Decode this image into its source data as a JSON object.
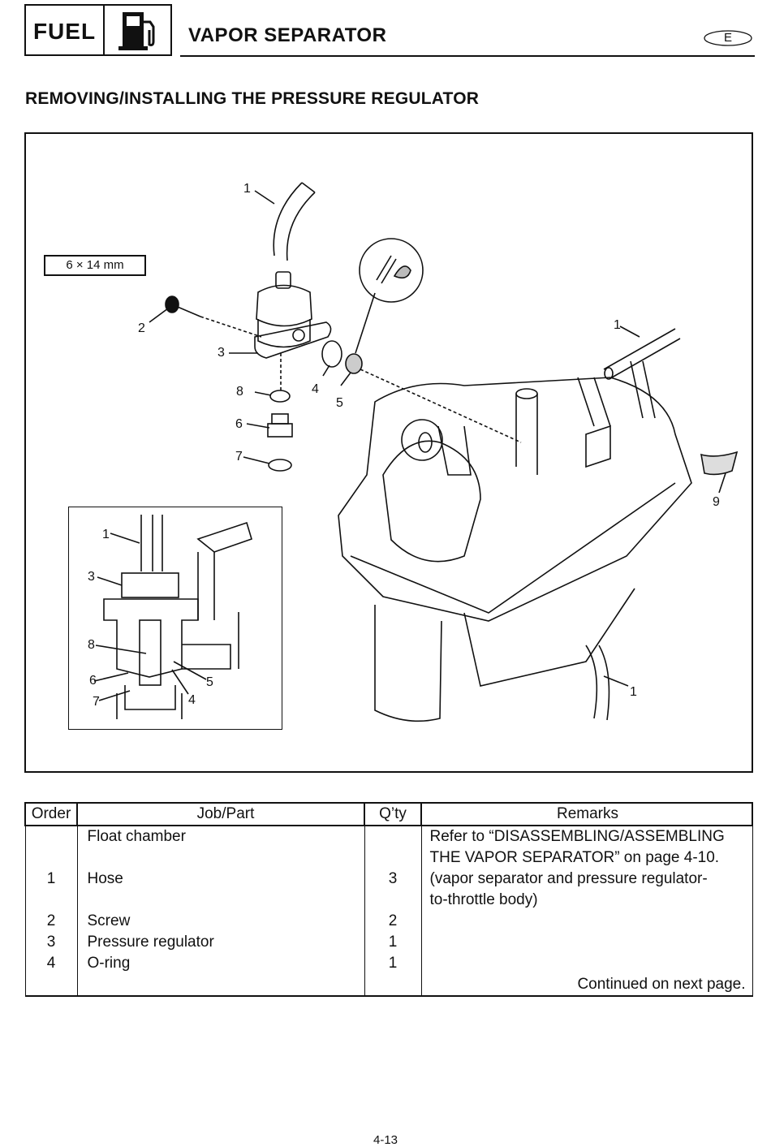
{
  "header": {
    "section_label": "FUEL",
    "icon": "fuel-pump-icon",
    "title": "VAPOR SEPARATOR",
    "language_badge": "E"
  },
  "section_title": "REMOVING/INSTALLING THE PRESSURE REGULATOR",
  "figure": {
    "spec_label": "6 × 14 mm",
    "callouts": {
      "hose_top": "1",
      "screw": "2",
      "regulator": "3",
      "oring": "4",
      "filter": "5",
      "fitting": "6",
      "oring_lower": "7",
      "oring_upper": "8",
      "hose_right": "1",
      "cap": "9",
      "hose_bottom": "1",
      "inset_1": "1",
      "inset_3": "3",
      "inset_8": "8",
      "inset_6": "6",
      "inset_7": "7",
      "inset_5": "5",
      "inset_4": "4"
    }
  },
  "table": {
    "headers": {
      "order": "Order",
      "job": "Job/Part",
      "qty": "Q’ty",
      "remarks": "Remarks"
    },
    "rows": [
      {
        "order": "",
        "job": "Float chamber",
        "qty": "",
        "remarks": [
          "Refer to “DISASSEMBLING/ASSEMBLING",
          "THE VAPOR SEPARATOR” on page 4-10."
        ]
      },
      {
        "order": "1",
        "job": "Hose",
        "qty": "3",
        "remarks": [
          "(vapor separator and pressure regulator-",
          "to-throttle body)"
        ]
      },
      {
        "order": "2",
        "job": "Screw",
        "qty": "2",
        "remarks": [
          ""
        ]
      },
      {
        "order": "3",
        "job": "Pressure regulator",
        "qty": "1",
        "remarks": [
          ""
        ]
      },
      {
        "order": "4",
        "job": "O-ring",
        "qty": "1",
        "remarks": [
          ""
        ]
      }
    ],
    "footer_note": "Continued on next page."
  },
  "page_number": "4-13"
}
